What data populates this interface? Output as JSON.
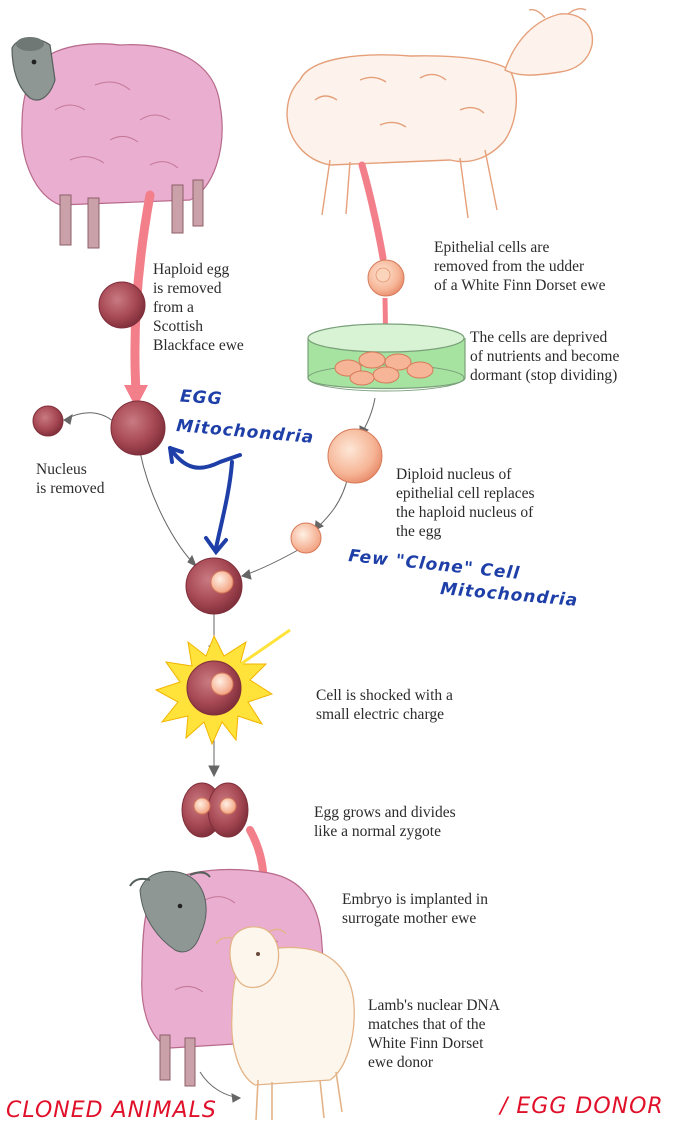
{
  "colors": {
    "blackface_ewe": "#e9aed0",
    "finn_dorset_outline": "#e5a07a",
    "egg": "#a84a55",
    "arrow_pink": "#f27f8a",
    "culture_medium": "#a6e2a0",
    "handwriting_blue": "#1f3fa8",
    "handwriting_red": "#e0102a",
    "spark": "#ffe23a"
  },
  "icons": [
    "scottish-blackface-ewe-icon",
    "white-finn-dorset-ewe-icon",
    "petri-dish-icon",
    "surrogate-ewe-icon",
    "lamb-icon"
  ],
  "labels": {
    "haploid_egg": [
      "Haploid egg",
      "is removed",
      "from a",
      "Scottish",
      "Blackface ewe"
    ],
    "epithelial": [
      "Epithelial cells are",
      "removed from the udder",
      "of a White Finn Dorset ewe"
    ],
    "deprived": [
      "The cells are deprived",
      "of nutrients and become",
      "dormant (stop dividing)"
    ],
    "nucleus_removed": [
      "Nucleus",
      "is removed"
    ],
    "diploid": [
      "Diploid nucleus of",
      "epithelial cell replaces",
      "the haploid nucleus of",
      "the egg"
    ],
    "shocked": [
      "Cell is shocked with a",
      "small electric charge"
    ],
    "divides": [
      "Egg grows and divides",
      "like a normal zygote"
    ],
    "implanted": [
      "Embryo is implanted in",
      "surrogate mother ewe"
    ],
    "lamb_dna": [
      "Lamb's nuclear DNA",
      "matches that of the",
      "White Finn Dorset",
      "ewe donor"
    ]
  },
  "handwriting": {
    "egg": "EGG",
    "mito1": "Mitochondria",
    "few_clone": "Few \"Clone\" Cell",
    "mito2": "Mitochondria",
    "bottom_left": "CLONED ANIMALS",
    "bottom_right": "/ EGG DONOR"
  }
}
